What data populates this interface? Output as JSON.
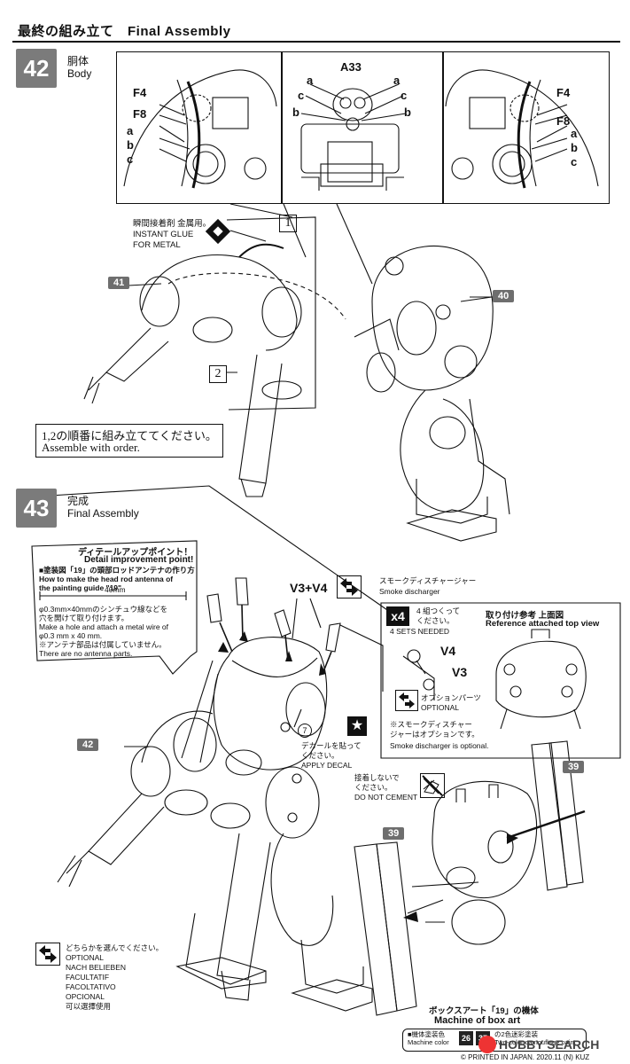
{
  "header": {
    "title": "最終の組み立て　Final Assembly"
  },
  "step42": {
    "number": "42",
    "name_jp": "胴体",
    "name_en": "Body",
    "detail_left": {
      "f4": "F4",
      "f8": "F8",
      "a": "a",
      "b": "b",
      "c": "c"
    },
    "detail_center": {
      "part": "A33",
      "a1": "a",
      "a2": "a",
      "c1": "c",
      "c2": "c",
      "b1": "b",
      "b2": "b"
    },
    "detail_right": {
      "f4": "F4",
      "f8": "F8",
      "a": "a",
      "b": "b",
      "c": "c"
    },
    "glue_jp": "瞬間接着剤 金属用。",
    "glue_en_1": "INSTANT GLUE",
    "glue_en_2": "FOR METAL",
    "order1": "1",
    "order2": "2",
    "part_41": "41",
    "part_40": "40",
    "order_note_jp": "1,2の順番に組み立ててください。",
    "order_note_en": "Assemble with order."
  },
  "step43": {
    "number": "43",
    "name_jp": "完成",
    "name_en": "Final Assembly",
    "detail_tip": {
      "title_jp": "ディテールアップポイント！",
      "title_en": "Detail improvement point!",
      "line1_jp": "■塗装図「19」の頭部ロッドアンテナの作り方",
      "line1_en": "How to make the head rod antenna of",
      "line1_en2": "the painting guide \"19\"",
      "dimension": "40mm",
      "line2_jp": "φ0.3mm×40mmのシンチュウ線などを",
      "line2_jp2": "穴を開けて取り付けます。",
      "line2_en": "Make a hole and attach a metal wire of",
      "line2_en2": "φ0.3 mm x 40 mm.",
      "line3_jp": "※アンテナ部品は付属していません。",
      "line3_en": "There are no antenna parts."
    },
    "v3v4_label": "V3+V4",
    "smoke_jp": "スモークディスチャージャー",
    "smoke_en": "Smoke discharger",
    "x4": "x4",
    "make4_jp": "4 組つくって",
    "make4_jp2": "ください。",
    "make4_en": "4 SETS NEEDED",
    "v4": "V4",
    "v3": "V3",
    "optional_jp": "オプションパーツ",
    "optional_en": "OPTIONAL",
    "ref_jp": "取り付け参考 上面図",
    "ref_en": "Reference attached top view",
    "smoke_note_jp": "※スモークディスチャー",
    "smoke_note_jp2": "ジャーはオプションです。",
    "smoke_note_en": "Smoke discharger is optional.",
    "decal_num": "7",
    "decal_jp": "デカールを貼って",
    "decal_jp2": "ください。",
    "decal_en": "APPLY DECAL",
    "part_42": "42",
    "part_39a": "39",
    "part_39b": "39",
    "no_cement_jp": "接着しないで",
    "no_cement_jp2": "ください。",
    "no_cement_en": "DO NOT CEMENT",
    "option_legend": {
      "jp": "どちらかを選んでください。",
      "en": "OPTIONAL",
      "de": "NACH BELIEBEN",
      "fr": "FACULTATIF",
      "it": "FACOLTATIVO",
      "es": "OPCIONAL",
      "zh": "可以選擇使用"
    },
    "box_art": {
      "title_jp": "ボックスアート「19」の機体",
      "title_en": "Machine of box art",
      "machine_color_jp": "■機体塗装色",
      "machine_color_en": "Machine color",
      "c1": "26",
      "c2": "37",
      "camo_jp": "の2色迷彩塗装",
      "camo_en": "Two-color camouflage paint"
    }
  },
  "footer": {
    "watermark": "HOBBY SEARCH",
    "printed": "© PRINTED IN JAPAN. 2020.11 (N) KUZ"
  }
}
